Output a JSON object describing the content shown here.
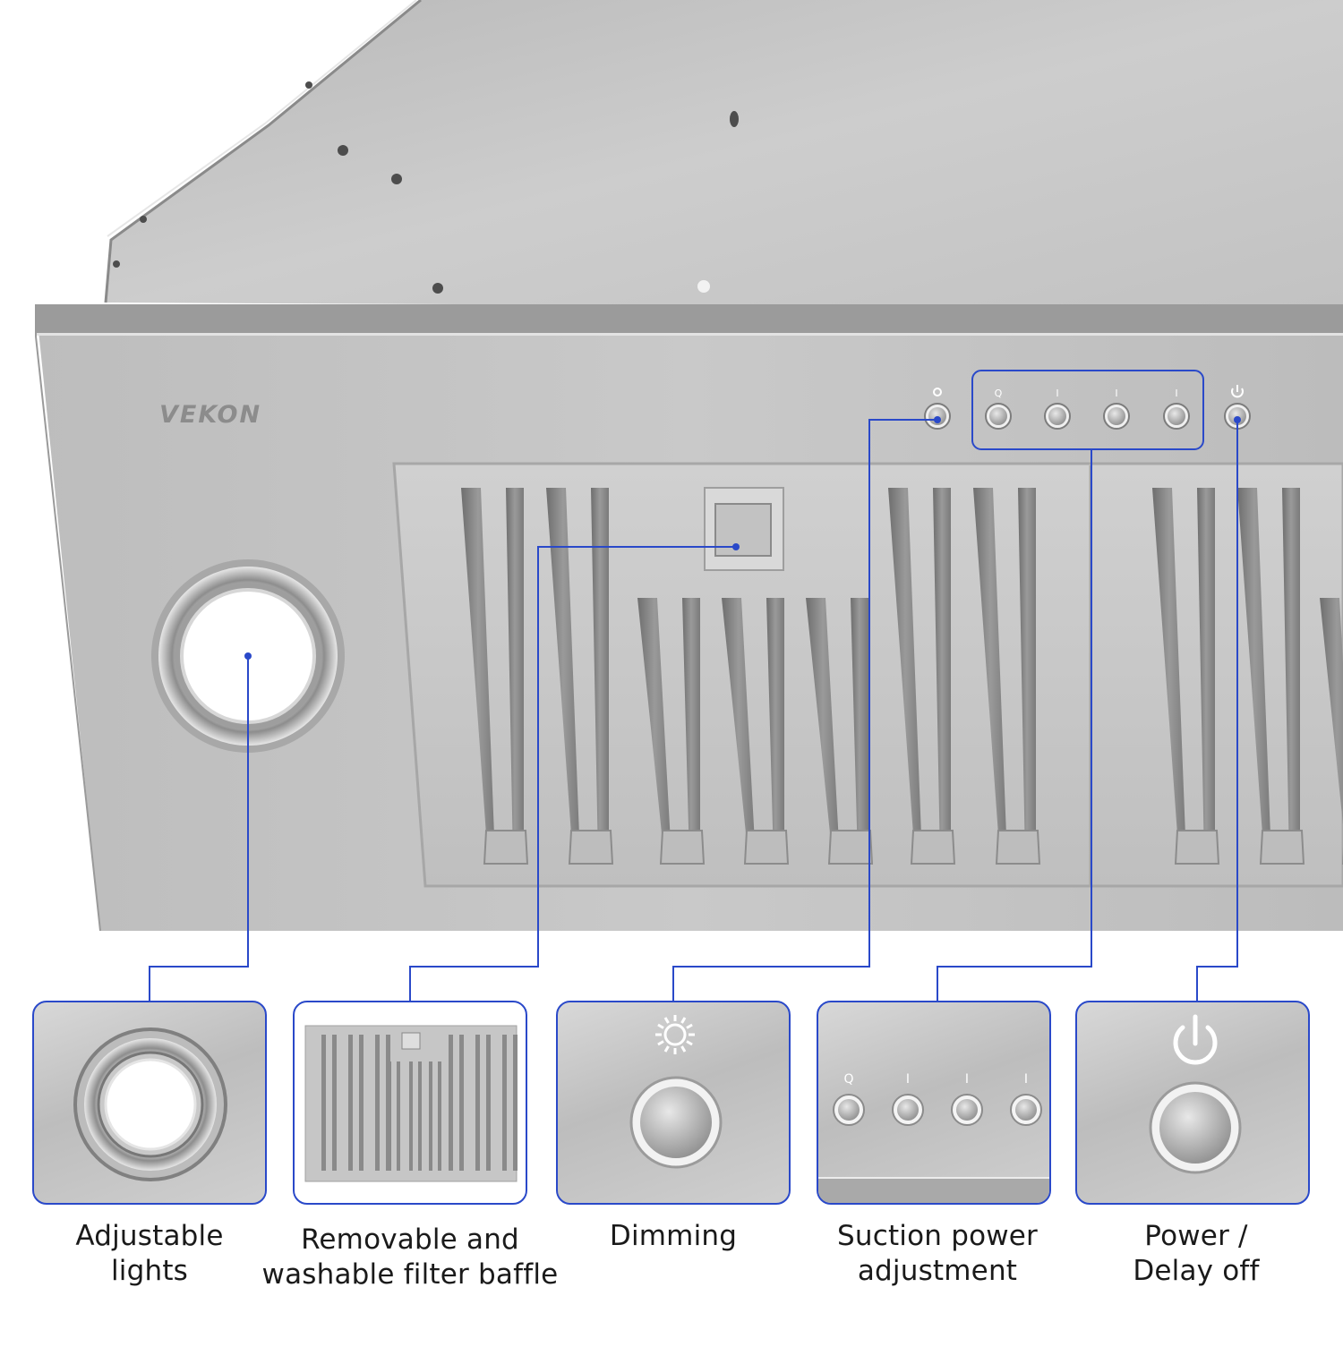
{
  "brand": {
    "logo_text": "VEKON"
  },
  "colors": {
    "accent": "#2a49c9",
    "steel": "#c4c4c4",
    "text": "#1a1a1a"
  },
  "control_panel": {
    "icons": [
      "sun-icon",
      "fan-speed-q-icon",
      "fan-speed-1-icon",
      "fan-speed-2-icon",
      "fan-speed-3-icon",
      "power-icon"
    ],
    "speed_marks": [
      "Q",
      "I",
      "I",
      "I"
    ]
  },
  "features": [
    {
      "id": "lights",
      "icon": "light-ring-icon",
      "caption": [
        "Adjustable",
        "lights"
      ]
    },
    {
      "id": "filter",
      "icon": "baffle-filter-icon",
      "caption": [
        "Removable and",
        "washable filter baffle"
      ]
    },
    {
      "id": "dimming",
      "icon": "sun-icon",
      "caption": [
        "Dimming"
      ]
    },
    {
      "id": "suction",
      "icon": "speed-buttons-icon",
      "caption": [
        "Suction power",
        "adjustment"
      ],
      "marks": [
        "Q",
        "I",
        "I",
        "I"
      ]
    },
    {
      "id": "power",
      "icon": "power-icon",
      "caption": [
        "Power /",
        "Delay off"
      ]
    }
  ]
}
